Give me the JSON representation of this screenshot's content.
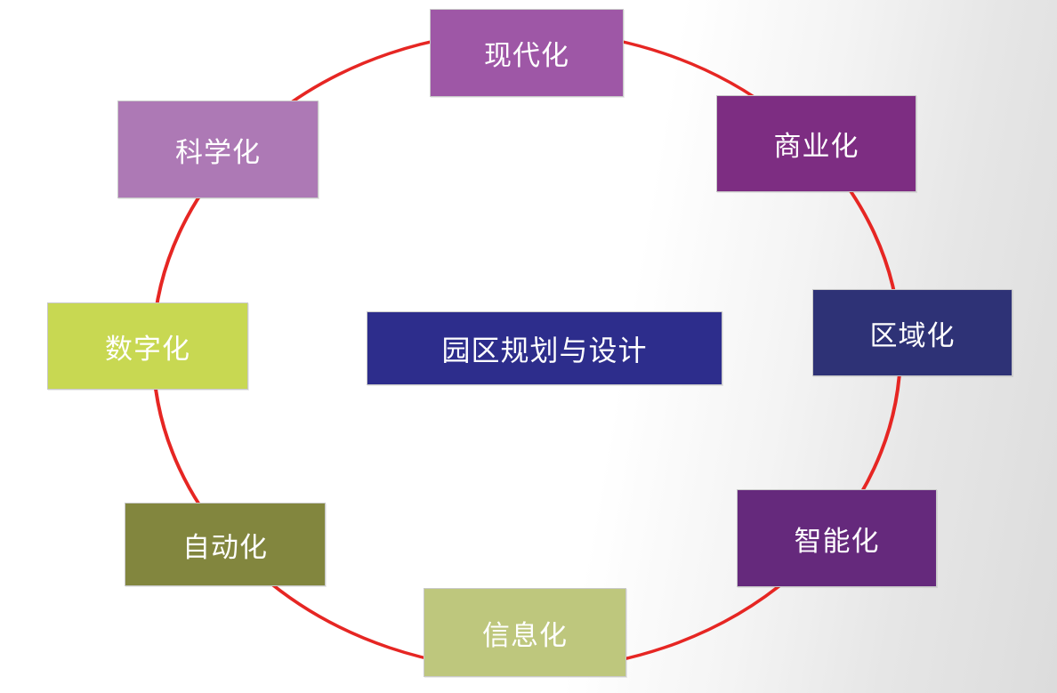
{
  "diagram": {
    "center": {
      "label": "园区规划与设计",
      "color": "#2d2d8c"
    },
    "ring_color": "#e62623",
    "nodes": [
      {
        "key": "modern",
        "label": "现代化",
        "color": "#9e57a6"
      },
      {
        "key": "business",
        "label": "商业化",
        "color": "#7d2d82"
      },
      {
        "key": "regional",
        "label": "区域化",
        "color": "#2e3276"
      },
      {
        "key": "smart",
        "label": "智能化",
        "color": "#65297c"
      },
      {
        "key": "info",
        "label": "信息化",
        "color": "#bec77d"
      },
      {
        "key": "auto",
        "label": "自动化",
        "color": "#82863e"
      },
      {
        "key": "digital",
        "label": "数字化",
        "color": "#c8d852"
      },
      {
        "key": "science",
        "label": "科学化",
        "color": "#ad79b5"
      }
    ]
  }
}
